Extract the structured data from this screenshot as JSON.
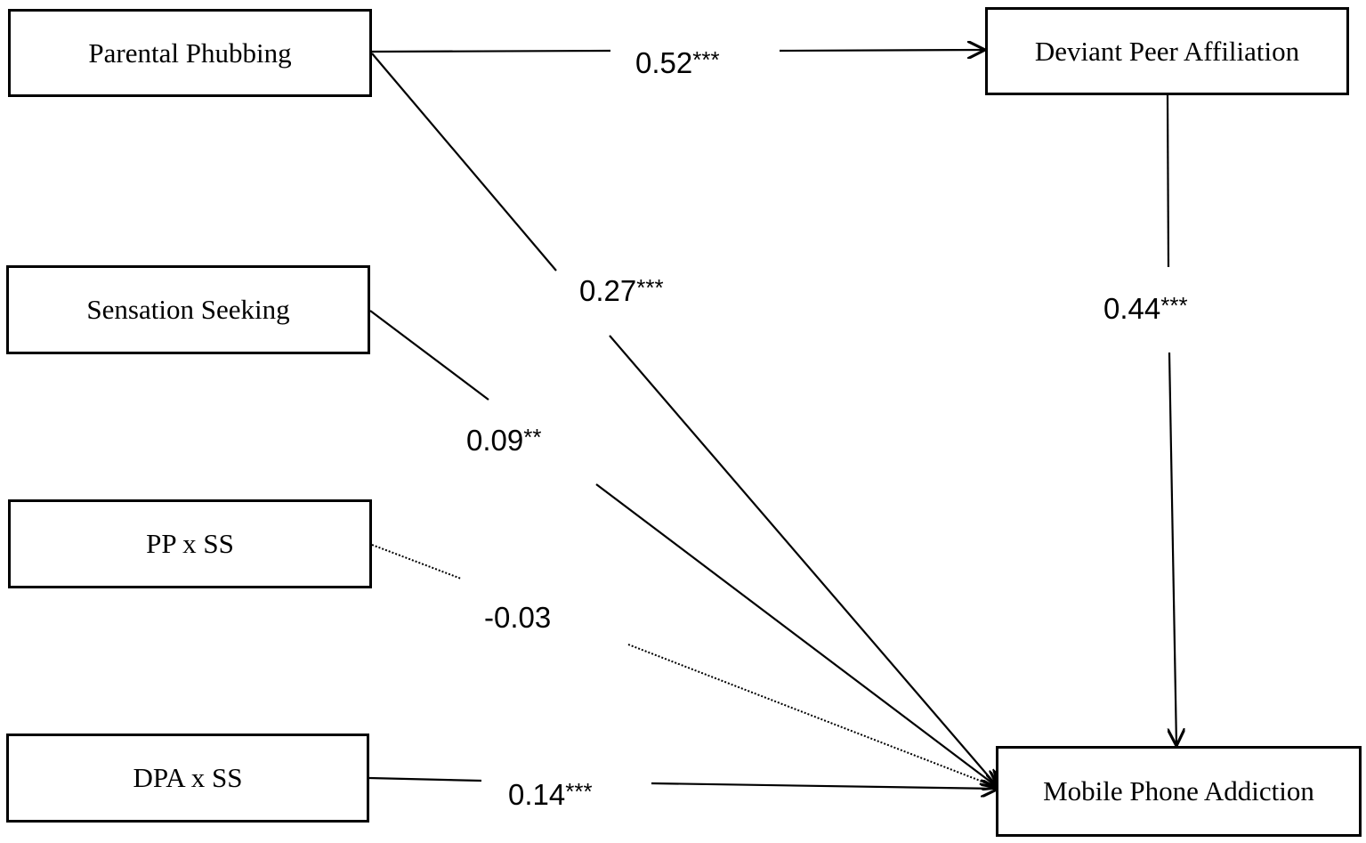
{
  "nodes": {
    "parental_phubbing": "Parental Phubbing",
    "sensation_seeking": "Sensation Seeking",
    "pp_x_ss": "PP x SS",
    "dpa_x_ss": "DPA x SS",
    "deviant_peer_affiliation": "Deviant Peer Affiliation",
    "mobile_phone_addiction": "Mobile Phone Addiction"
  },
  "paths": {
    "pp_to_dpa": {
      "value": "0.52",
      "significance": "***",
      "style": "solid"
    },
    "pp_to_mpa": {
      "value": "0.27",
      "significance": "***",
      "style": "solid"
    },
    "dpa_to_mpa": {
      "value": "0.44",
      "significance": "***",
      "style": "solid"
    },
    "ss_to_mpa": {
      "value": "0.09",
      "significance": "**",
      "style": "solid"
    },
    "ppss_to_mpa": {
      "value": "-0.03",
      "significance": "",
      "style": "dotted"
    },
    "dpass_to_mpa": {
      "value": "0.14",
      "significance": "***",
      "style": "solid"
    }
  }
}
